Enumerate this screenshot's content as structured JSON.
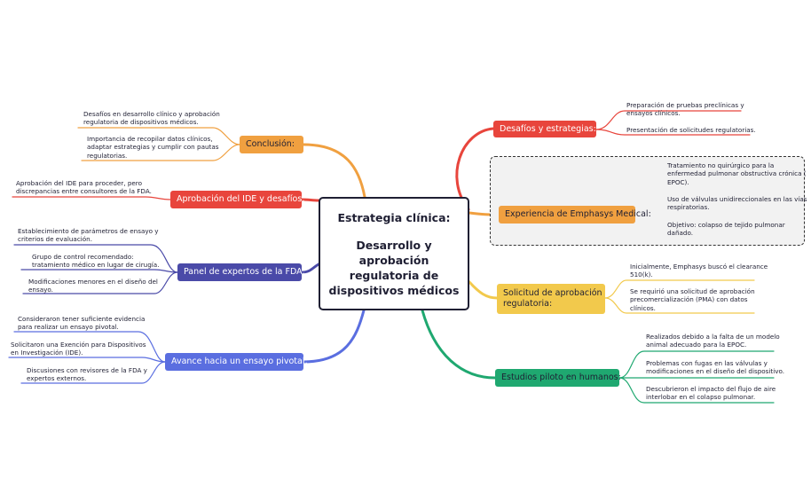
{
  "central": {
    "line1": "Estrategia clínica:",
    "line2": "Desarrollo y",
    "line3": "aprobación",
    "line4": "regulatoria de",
    "line5": "dispositivos médicos"
  },
  "colors": {
    "red": "#e8453c",
    "orange": "#f0a040",
    "navy": "#4a4aa8",
    "blue": "#5a6ee0",
    "yellow": "#f2c94c",
    "green": "#1fa870"
  },
  "branches": {
    "desafios": {
      "label": "Desafíos y estrategias:",
      "items": [
        [
          "Preparación de pruebas preclínicas y",
          "ensayos clínicos."
        ],
        [
          "Presentación de solicitudes regulatorias."
        ]
      ]
    },
    "experiencia": {
      "label": "Experiencia de Emphasys Medical:",
      "items": [
        [
          "Tratamiento no quirúrgico para la",
          "enfermedad pulmonar obstructiva crónica (",
          "EPOC)."
        ],
        [
          "Uso de válvulas unidireccionales en las vías",
          "respiratorias."
        ],
        [
          "Objetivo: colapso de tejido pulmonar",
          "dañado."
        ]
      ]
    },
    "solicitud": {
      "label_line1": "Solicitud de aprobación",
      "label_line2": "regulatoria:",
      "items": [
        [
          "Inicialmente, Emphasys buscó el clearance",
          "510(k)."
        ],
        [
          "Se requirió una solicitud de aprobación",
          "precomercialización (PMA) con datos",
          "clínicos."
        ]
      ]
    },
    "estudios": {
      "label": "Estudios piloto en humanos:",
      "items": [
        [
          "Realizados debido a la falta de un modelo",
          "animal adecuado para la EPOC."
        ],
        [
          "Problemas con fugas en las válvulas y",
          "modificaciones en el diseño del dispositivo."
        ],
        [
          "Descubrieron el impacto del flujo de aire",
          "interlobar en el colapso pulmonar."
        ]
      ]
    },
    "conclusion": {
      "label": "Conclusión:",
      "items": [
        [
          "Desafíos en desarrollo clínico y aprobación",
          "regulatoria de dispositivos médicos."
        ],
        [
          "Importancia de recopilar datos clínicos,",
          "adaptar estrategias y cumplir con pautas",
          "regulatorias."
        ]
      ]
    },
    "aprobacion": {
      "label": "Aprobación del IDE y desafíos:",
      "items": [
        [
          "Aprobación del IDE para proceder, pero",
          "discrepancias entre consultores de la FDA."
        ]
      ]
    },
    "panel": {
      "label": "Panel de expertos de la FDA:",
      "items": [
        [
          "Establecimiento de parámetros de ensayo y",
          "criterios de evaluación."
        ],
        [
          "Grupo de control recomendado:",
          "tratamiento médico en lugar de cirugía."
        ],
        [
          "Modificaciones menores en el diseño del",
          "ensayo."
        ]
      ]
    },
    "avance": {
      "label": "Avance hacia un ensayo pivotal:",
      "items": [
        [
          "Consideraron tener suficiente evidencia",
          "para realizar un ensayo pivotal."
        ],
        [
          "Solicitaron una Exención para Dispositivos",
          "en Investigación (IDE)."
        ],
        [
          "Discusiones con revisores de la FDA y",
          "expertos externos."
        ]
      ]
    }
  }
}
